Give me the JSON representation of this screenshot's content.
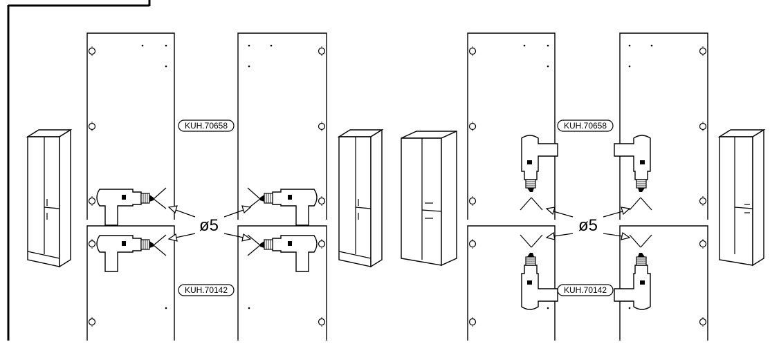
{
  "labels": {
    "upper_part_left": "KUH.70658",
    "lower_part_left": "KUH.70142",
    "upper_part_right": "KUH.70658",
    "lower_part_right": "KUH.70142",
    "drill_diameter_left": "ø5",
    "drill_diameter_right": "ø5"
  }
}
